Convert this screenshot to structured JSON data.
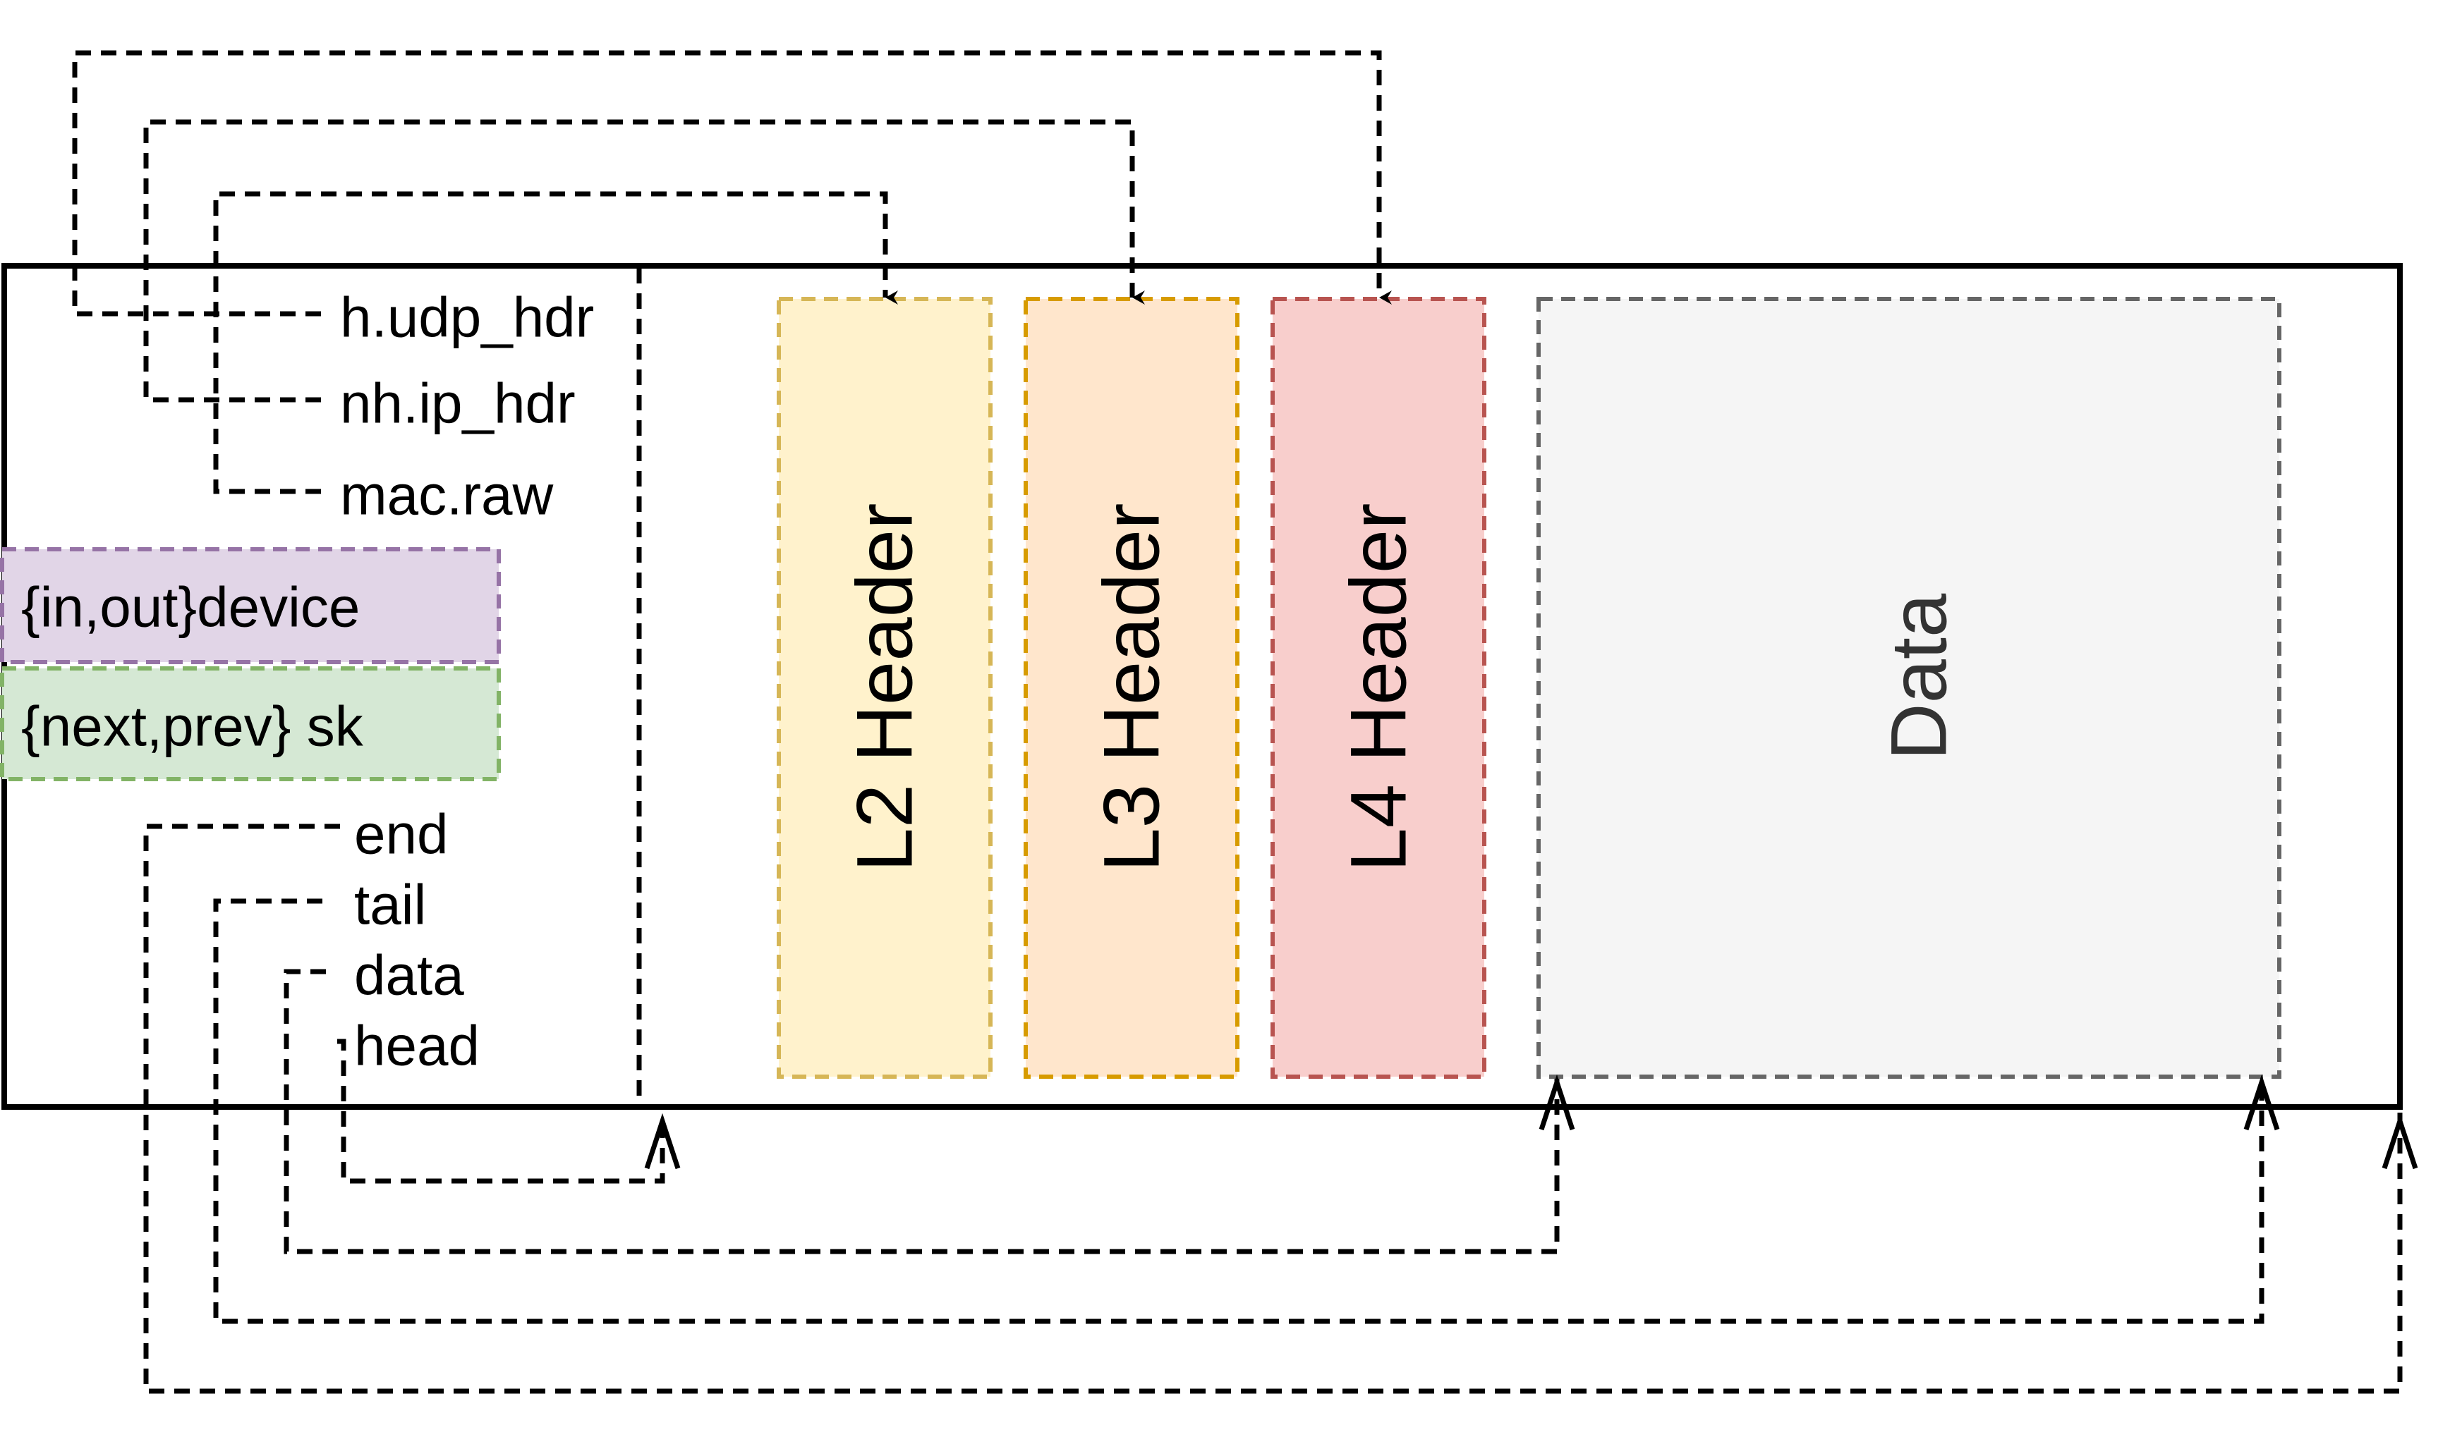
{
  "pointers_top": [
    "h.udp_hdr",
    "nh.ip_hdr",
    "mac.raw"
  ],
  "pointers_bottom": [
    "end",
    "tail",
    "data",
    "head"
  ],
  "boxes": {
    "device": "{in,out}device",
    "sk": "{next,prev} sk"
  },
  "segments": [
    {
      "label": "L2 Header",
      "fill": "#fff2cc",
      "stroke": "#d6b656"
    },
    {
      "label": "L3 Header",
      "fill": "#ffe6cc",
      "stroke": "#d79b00"
    },
    {
      "label": "L4 Header",
      "fill": "#f8cecc",
      "stroke": "#b85450"
    },
    {
      "label": "Data",
      "fill": "#f5f5f5",
      "stroke": "#666666"
    }
  ],
  "colors": {
    "device_fill": "#e1d5e7",
    "device_stroke": "#9673a6",
    "sk_fill": "#d5e8d4",
    "sk_stroke": "#82b366"
  }
}
